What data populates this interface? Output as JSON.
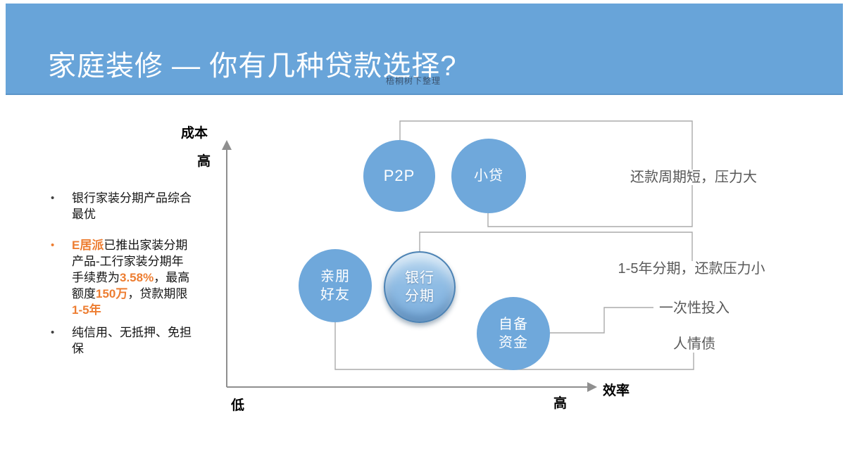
{
  "banner": {
    "title": "家庭装修 — 你有几种贷款选择?",
    "watermark": "梧桐树下整理"
  },
  "bullets": {
    "item1": {
      "marker": "•",
      "text": "银行家装分期产品综合最优"
    },
    "item2": {
      "marker": "•",
      "run1": "E居派",
      "run2": "已推出家装分期产品-工行家装分期年手续费为",
      "run3": "3.58%",
      "run4": "，最高额度",
      "run5": "150万",
      "run6": "，贷款期限",
      "run7": "1-5年"
    },
    "item3": {
      "marker": "•",
      "text": "纯信用、无抵押、免担保"
    }
  },
  "axes": {
    "y_label": "成本",
    "y_high": "高",
    "origin_low": "低",
    "x_high": "高",
    "x_label": "效率"
  },
  "bubbles": {
    "p2p": {
      "label": "P2P"
    },
    "small_loan": {
      "label": "小贷"
    },
    "friends": {
      "line1": "亲朋",
      "line2": "好友"
    },
    "bank_installment": {
      "line1": "银行",
      "line2": "分期"
    },
    "own_funds": {
      "line1": "自备",
      "line2": "资金"
    }
  },
  "annotations": {
    "short_cycle": "还款周期短，压力大",
    "installment": "1-5年分期，还款压力小",
    "one_time": "一次性投入",
    "favor_debt": "人情债"
  },
  "colors": {
    "banner_blue": "#68a4d9",
    "bubble_blue": "#6fa8db",
    "accent_orange": "#ed7d31",
    "connector_gray": "#ababab",
    "annotation_gray": "#595959"
  }
}
